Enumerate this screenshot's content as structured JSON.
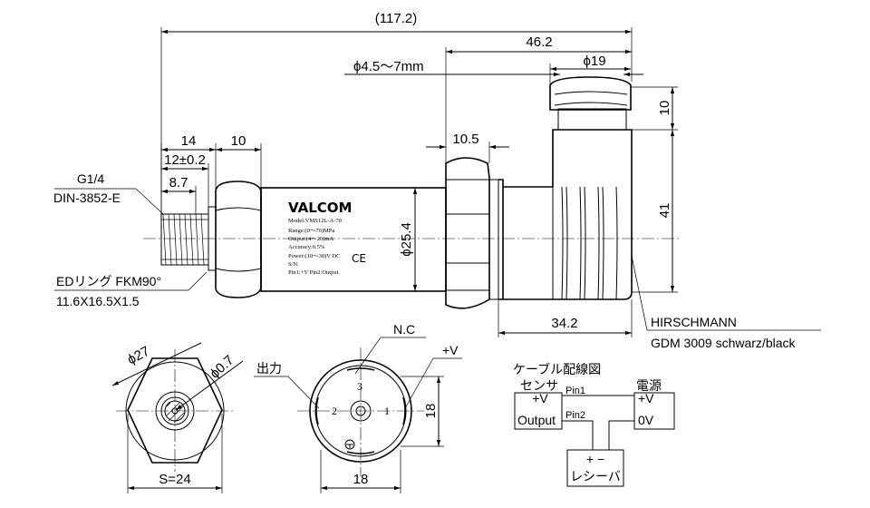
{
  "dimensions": {
    "overall_length": "(117.2)",
    "connector_length": "46.2",
    "cable_diameter": "ϕ4.5～7mm",
    "screw_diameter": "ϕ19",
    "screw_height": "10",
    "nut_width": "10.5",
    "connector_height": "41",
    "body_diameter": "ϕ25.4",
    "connector_body_length": "34.2",
    "thread_length": "14",
    "thread_12": "12±0.2",
    "thread_87": "8.7",
    "hex_length": "10",
    "hex_diameter": "ϕ27",
    "orifice": "ϕ0.7",
    "hex_size": "S=24",
    "pin_square_w": "18",
    "pin_square_h": "18"
  },
  "labels": {
    "thread": "G1/4",
    "thread_std": "DIN-3852-E",
    "oring": "EDリング FKM90°",
    "oring_size": "11.6X16.5X1.5",
    "connector_brand": "HIRSCHMANN",
    "connector_model": "GDM 3009 schwarz/black",
    "output": "出力",
    "nc": "N.C",
    "plus_v": "+V"
  },
  "body_label": {
    "brand": "VALCOM",
    "model": "Model:VMS12L-A-70",
    "range": "Range:(0～70)MPa",
    "output": "Output:(4～20)mA",
    "accuracy": "Accuracy:0.5%",
    "power": "Power:(10～30)V DC",
    "sn": "S/N:",
    "pins": "Pin1:+V    Pin2:Output",
    "ce": "CE"
  },
  "pins": {
    "pin1": "1",
    "pin2": "2",
    "pin3": "3"
  },
  "wiring": {
    "title": "ケーブル配線図",
    "sensor": "センサ",
    "power": "電源",
    "sensor_v": "+V",
    "sensor_out": "Output",
    "pin1": "Pin1",
    "pin2": "Pin2",
    "power_v": "+V",
    "power_0v": "0V",
    "receiver_pm": "+  −",
    "receiver": "レシーバ"
  }
}
